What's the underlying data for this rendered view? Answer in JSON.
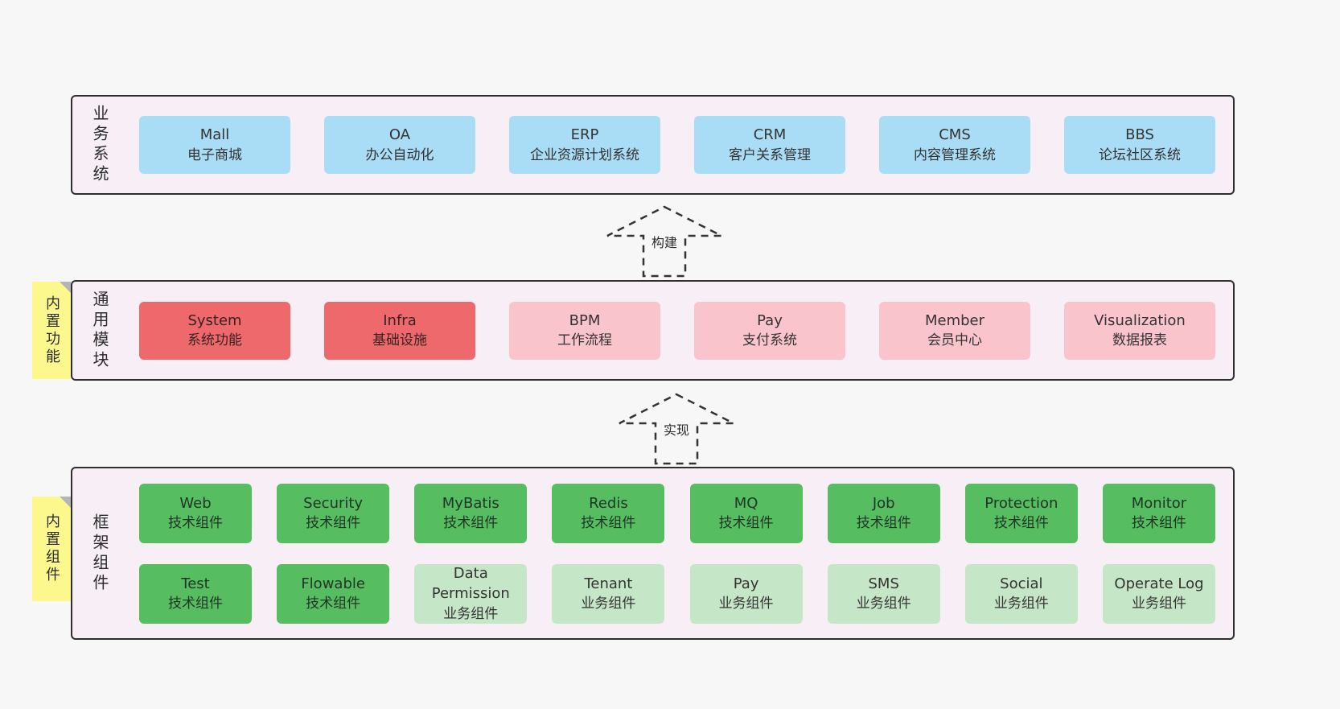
{
  "arrows": {
    "build": "构建",
    "implement": "实现"
  },
  "layers": {
    "business": {
      "side_label": "业务系统",
      "boxes": [
        {
          "title": "Mall",
          "subtitle": "电子商城"
        },
        {
          "title": "OA",
          "subtitle": "办公自动化"
        },
        {
          "title": "ERP",
          "subtitle": "企业资源计划系统"
        },
        {
          "title": "CRM",
          "subtitle": "客户关系管理"
        },
        {
          "title": "CMS",
          "subtitle": "内容管理系统"
        },
        {
          "title": "BBS",
          "subtitle": "论坛社区系统"
        }
      ]
    },
    "modules": {
      "side_label": "通用模块",
      "tab_label": "内置功能",
      "boxes": [
        {
          "title": "System",
          "subtitle": "系统功能",
          "variant": "red"
        },
        {
          "title": "Infra",
          "subtitle": "基础设施",
          "variant": "red"
        },
        {
          "title": "BPM",
          "subtitle": "工作流程",
          "variant": "pink"
        },
        {
          "title": "Pay",
          "subtitle": "支付系统",
          "variant": "pink"
        },
        {
          "title": "Member",
          "subtitle": "会员中心",
          "variant": "pink"
        },
        {
          "title": "Visualization",
          "subtitle": "数据报表",
          "variant": "pink"
        }
      ]
    },
    "components": {
      "side_label": "框架组件",
      "tab_label": "内置组件",
      "row1": [
        {
          "title": "Web",
          "subtitle": "技术组件"
        },
        {
          "title": "Security",
          "subtitle": "技术组件"
        },
        {
          "title": "MyBatis",
          "subtitle": "技术组件"
        },
        {
          "title": "Redis",
          "subtitle": "技术组件"
        },
        {
          "title": "MQ",
          "subtitle": "技术组件"
        },
        {
          "title": "Job",
          "subtitle": "技术组件"
        },
        {
          "title": "Protection",
          "subtitle": "技术组件"
        },
        {
          "title": "Monitor",
          "subtitle": "技术组件"
        }
      ],
      "row2": [
        {
          "title": "Test",
          "subtitle": "技术组件",
          "variant": "green-dark"
        },
        {
          "title": "Flowable",
          "subtitle": "技术组件",
          "variant": "green-dark"
        },
        {
          "title": "Data Permission",
          "subtitle": "业务组件",
          "variant": "green-light"
        },
        {
          "title": "Tenant",
          "subtitle": "业务组件",
          "variant": "green-light"
        },
        {
          "title": "Pay",
          "subtitle": "业务组件",
          "variant": "green-light"
        },
        {
          "title": "SMS",
          "subtitle": "业务组件",
          "variant": "green-light"
        },
        {
          "title": "Social",
          "subtitle": "业务组件",
          "variant": "green-light"
        },
        {
          "title": "Operate Log",
          "subtitle": "业务组件",
          "variant": "green-light"
        }
      ]
    }
  },
  "colors": {
    "page_bg": "#f7f7f7",
    "layer_bg": "#f8eef6",
    "layer_border": "#2e2e2e",
    "blue": "#a9dcf5",
    "red": "#ee696c",
    "pink": "#fac4cd",
    "green_dark": "#57bd61",
    "green_light": "#c6e7c7",
    "tab_yellow": "#fcf88e"
  }
}
